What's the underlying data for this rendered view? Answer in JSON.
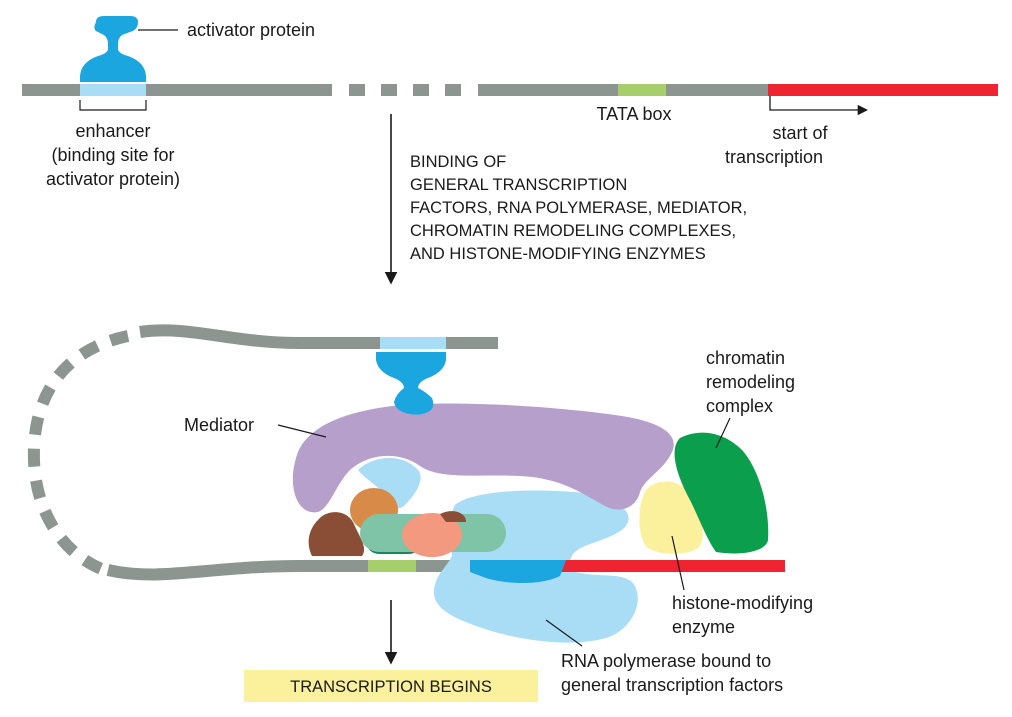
{
  "labels": {
    "activator_protein": "activator protein",
    "enhancer_1": "enhancer",
    "enhancer_2": "(binding site for",
    "enhancer_3": "activator protein)",
    "tata_box": "TATA box",
    "start_1": "start of",
    "start_2": "transcription",
    "mediator": "Mediator",
    "chromatin_1": "chromatin",
    "chromatin_2": "remodeling",
    "chromatin_3": "complex",
    "histone_1": "histone-modifying",
    "histone_2": "enzyme",
    "rnapol_1": "RNA polymerase bound to",
    "rnapol_2": "general transcription factors"
  },
  "binding_step": [
    "BINDING OF",
    "GENERAL TRANSCRIPTION",
    "FACTORS, RNA POLYMERASE, MEDIATOR,",
    "CHROMATIN REMODELING COMPLEXES,",
    "AND HISTONE-MODIFYING ENZYMES"
  ],
  "banner": {
    "text": "TRANSCRIPTION BEGINS"
  },
  "colors": {
    "dna": "#8c9590",
    "enhancer": "#a9dcf5",
    "activator": "#1ba6e0",
    "tata": "#a6cf6b",
    "coding": "#ee2530",
    "mediator": "#b69fca",
    "chromatin_remodeler": "#0b9e4d",
    "histone_enzyme": "#fbf09c",
    "rna_polymerase": "#a9dcf5",
    "banner": "#fbf09c"
  }
}
